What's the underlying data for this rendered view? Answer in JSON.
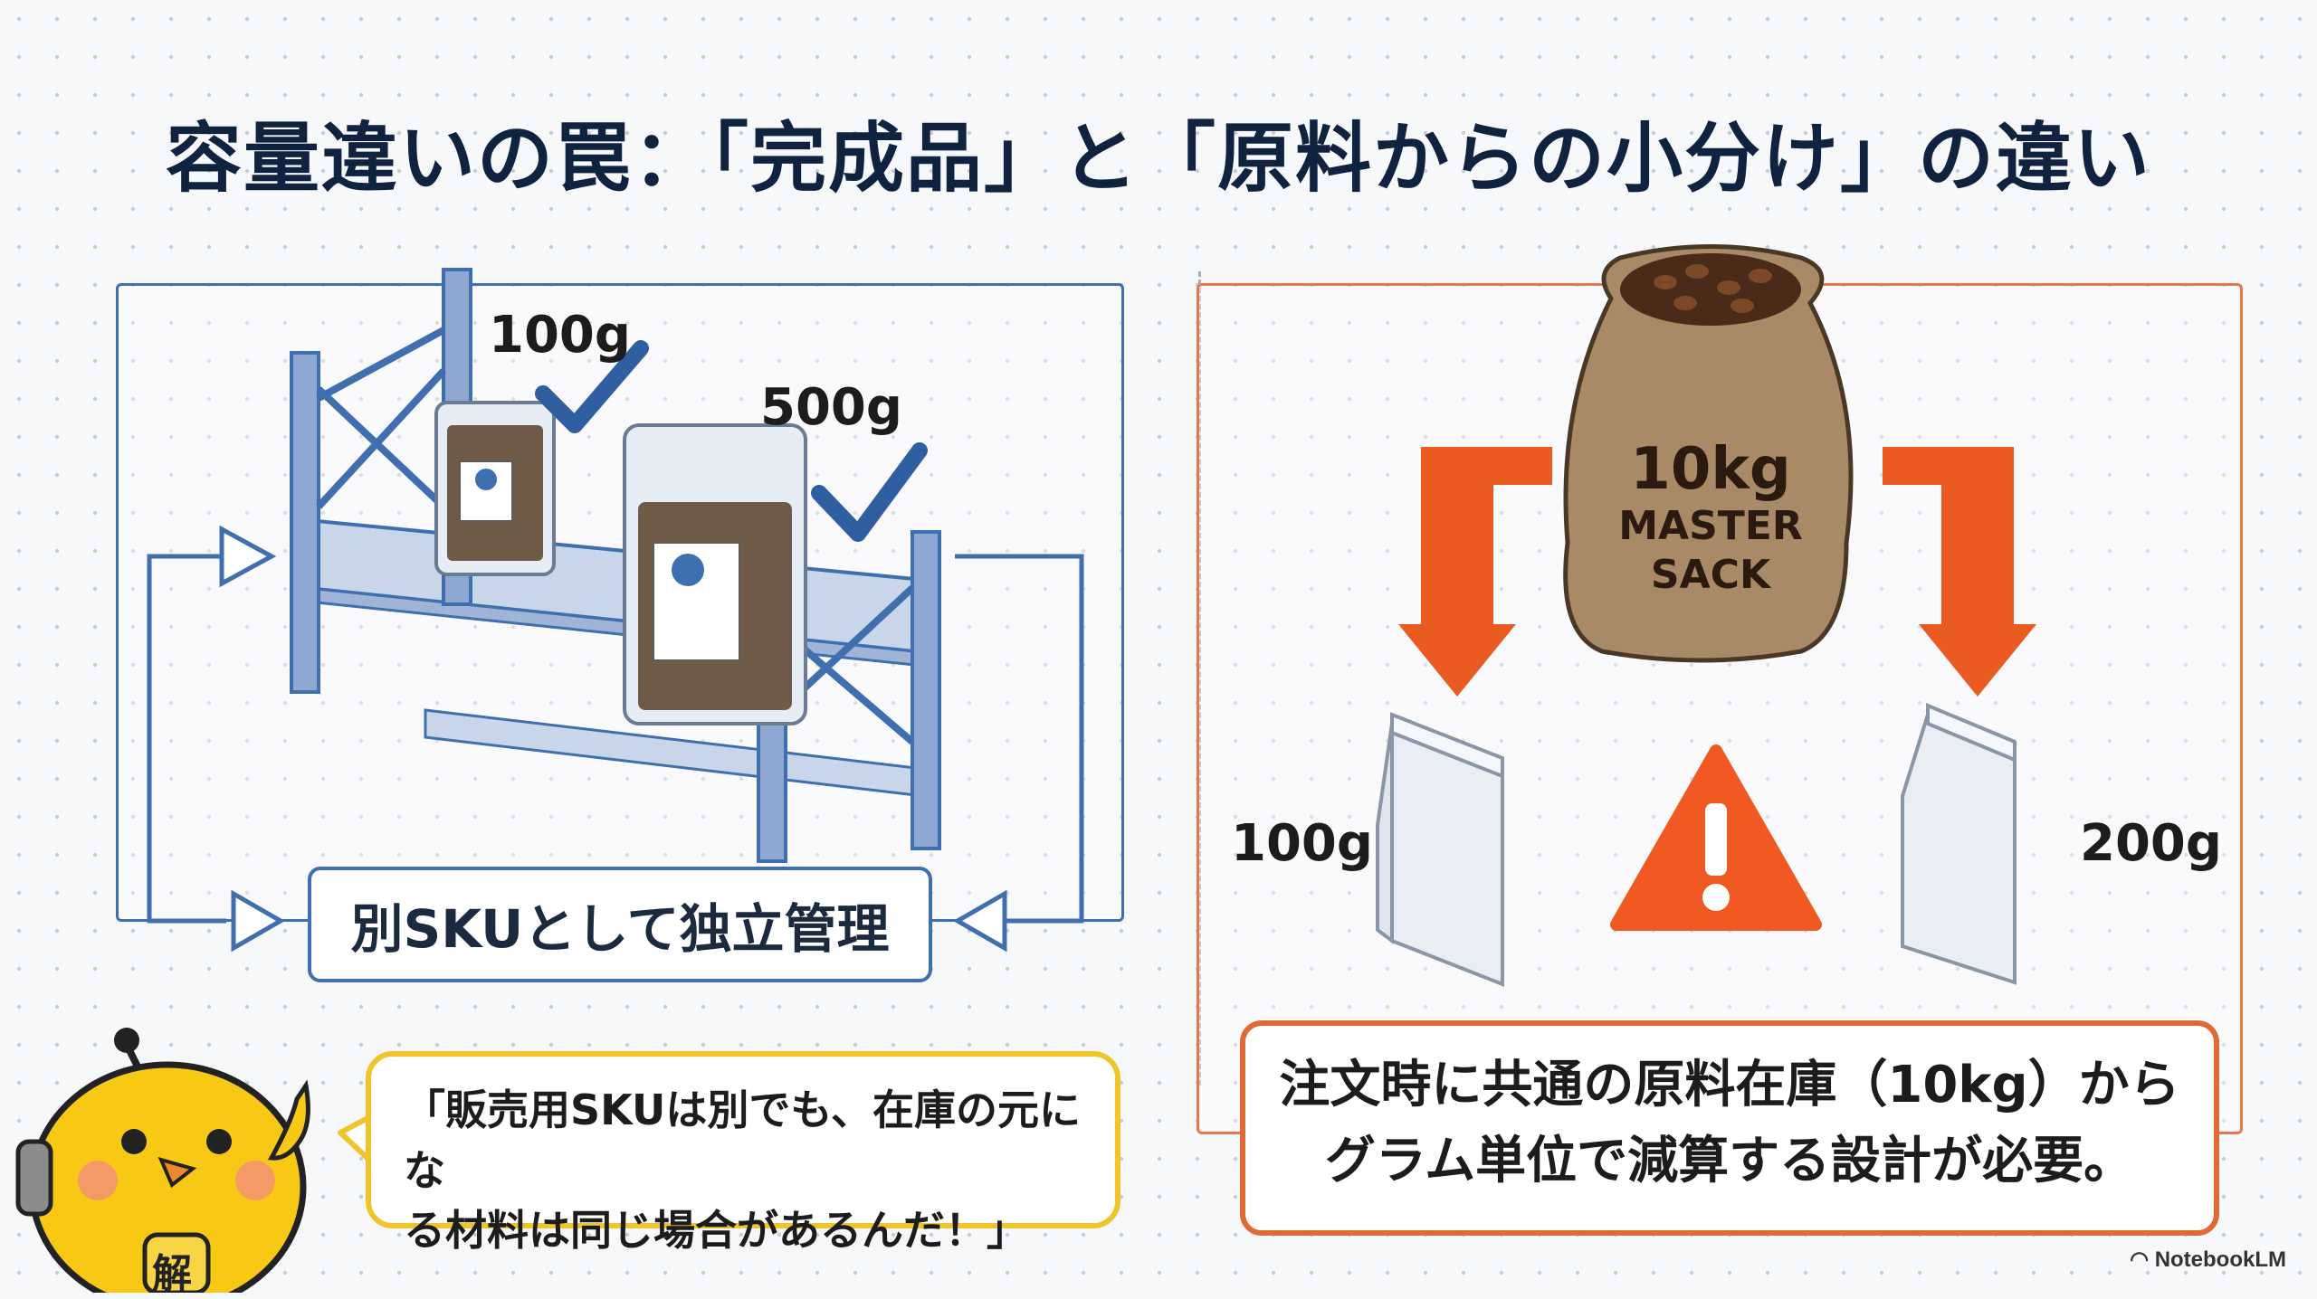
{
  "title": "容量違いの罠：「完成品」と「原料からの小分け」の違い",
  "left": {
    "label_100g": "100g",
    "label_500g": "500g",
    "sku_text": "別SKUとして独立管理"
  },
  "right": {
    "sack_line1": "10kg",
    "sack_line2": "MASTER",
    "sack_line3": "SACK",
    "label_100g": "100g",
    "label_200g": "200g",
    "note_line1": "注文時に共通の原料在庫（10kg）から",
    "note_line2": "グラム単位で減算する設計が必要。"
  },
  "mascot": {
    "badge": "解",
    "speech_line1": "「販売用SKUは別でも、在庫の元にな",
    "speech_line2": "る材料は同じ場合があるんだ！」"
  },
  "brand": "NotebookLM",
  "colors": {
    "title": "#0f2240",
    "left_accent": "#3f6fae",
    "right_accent": "#e8784a",
    "bubble_border": "#f0c52c",
    "warning": "#f05a22"
  },
  "icons": [
    "checkmark-icon",
    "warning-icon",
    "coffee-bean-icon",
    "notebooklm-logo-icon"
  ]
}
